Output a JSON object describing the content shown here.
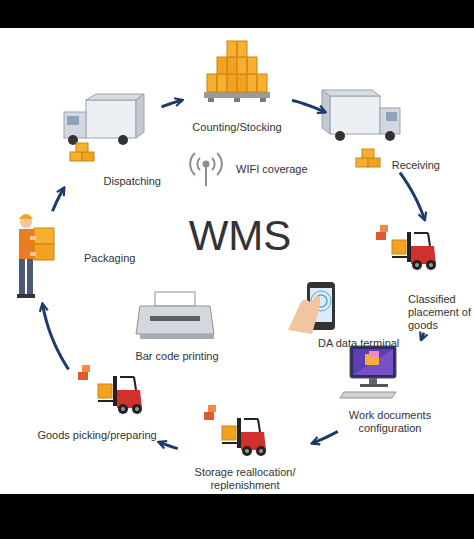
{
  "diagram": {
    "title": "WMS",
    "nodes": [
      {
        "text": [
          "Counting/Stocking"
        ]
      },
      {
        "text": [
          "Receiving"
        ]
      },
      {
        "text": [
          "Classified placement of goods"
        ]
      },
      {
        "text": [
          "Work documents configuration"
        ]
      },
      {
        "text": [
          "Storage reallocation/ replenishment"
        ]
      },
      {
        "text": [
          "Goods picking/preparing"
        ]
      },
      {
        "text": [
          "Packaging"
        ]
      },
      {
        "text": [
          "Dispatching"
        ]
      }
    ],
    "edges": [
      {
        "from": 0,
        "to": 1,
        "arrow": "to"
      },
      {
        "from": 1,
        "to": 2,
        "arrow": "to"
      },
      {
        "from": 2,
        "to": 3,
        "arrow": "to"
      },
      {
        "from": 3,
        "to": 4,
        "arrow": "to"
      },
      {
        "from": 4,
        "to": 5,
        "arrow": "to"
      },
      {
        "from": 5,
        "to": 6,
        "arrow": "to"
      },
      {
        "from": 6,
        "to": 7,
        "arrow": "to"
      },
      {
        "from": 7,
        "to": 0,
        "arrow": "to"
      }
    ],
    "labels": [
      "WIFI coverage",
      "DA data terminal",
      "Bar code printing"
    ]
  }
}
